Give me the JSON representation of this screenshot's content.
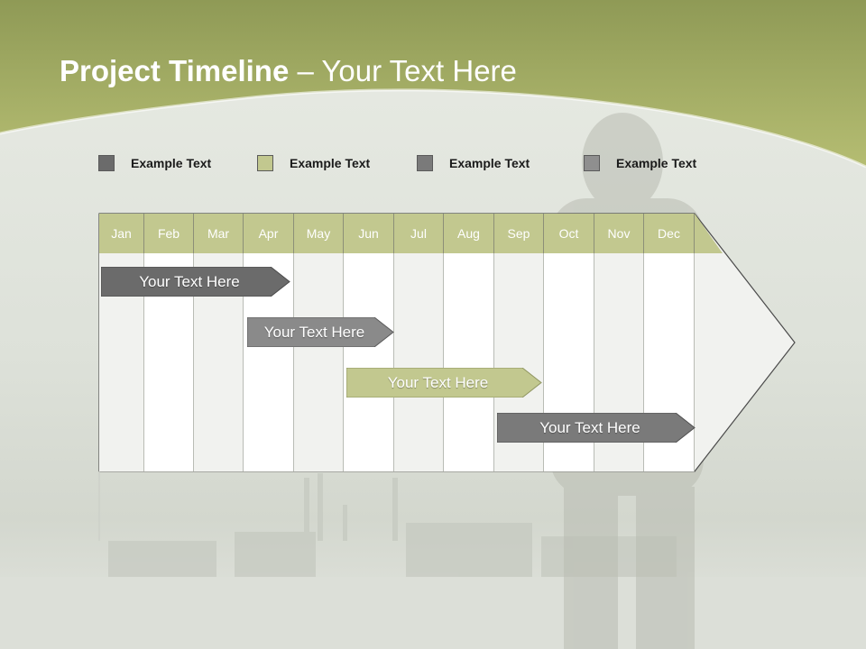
{
  "slide": {
    "title_bold": "Project Timeline",
    "title_rest": " – Your Text Here"
  },
  "legend": [
    {
      "label": "Example Text",
      "color": "#6b6b6b"
    },
    {
      "label": "Example Text",
      "color": "#c2c88f"
    },
    {
      "label": "Example Text",
      "color": "#7a7a7a"
    },
    {
      "label": "Example Text",
      "color": "#8f8f8f"
    }
  ],
  "months": [
    "Jan",
    "Feb",
    "Mar",
    "Apr",
    "May",
    "Jun",
    "Jul",
    "Aug",
    "Sep",
    "Oct",
    "Nov",
    "Dec"
  ],
  "tasks": [
    {
      "label": "Your  Text Here",
      "color": "#6b6b6b"
    },
    {
      "label": "Your  Text Here",
      "color": "#8a8a8a"
    },
    {
      "label": "Your  Text Here",
      "color": "#c2c88f"
    },
    {
      "label": "Your  Text Here",
      "color": "#7a7a7a"
    }
  ],
  "colors": {
    "accent": "#b5bd72",
    "header": "#c2c88f"
  }
}
